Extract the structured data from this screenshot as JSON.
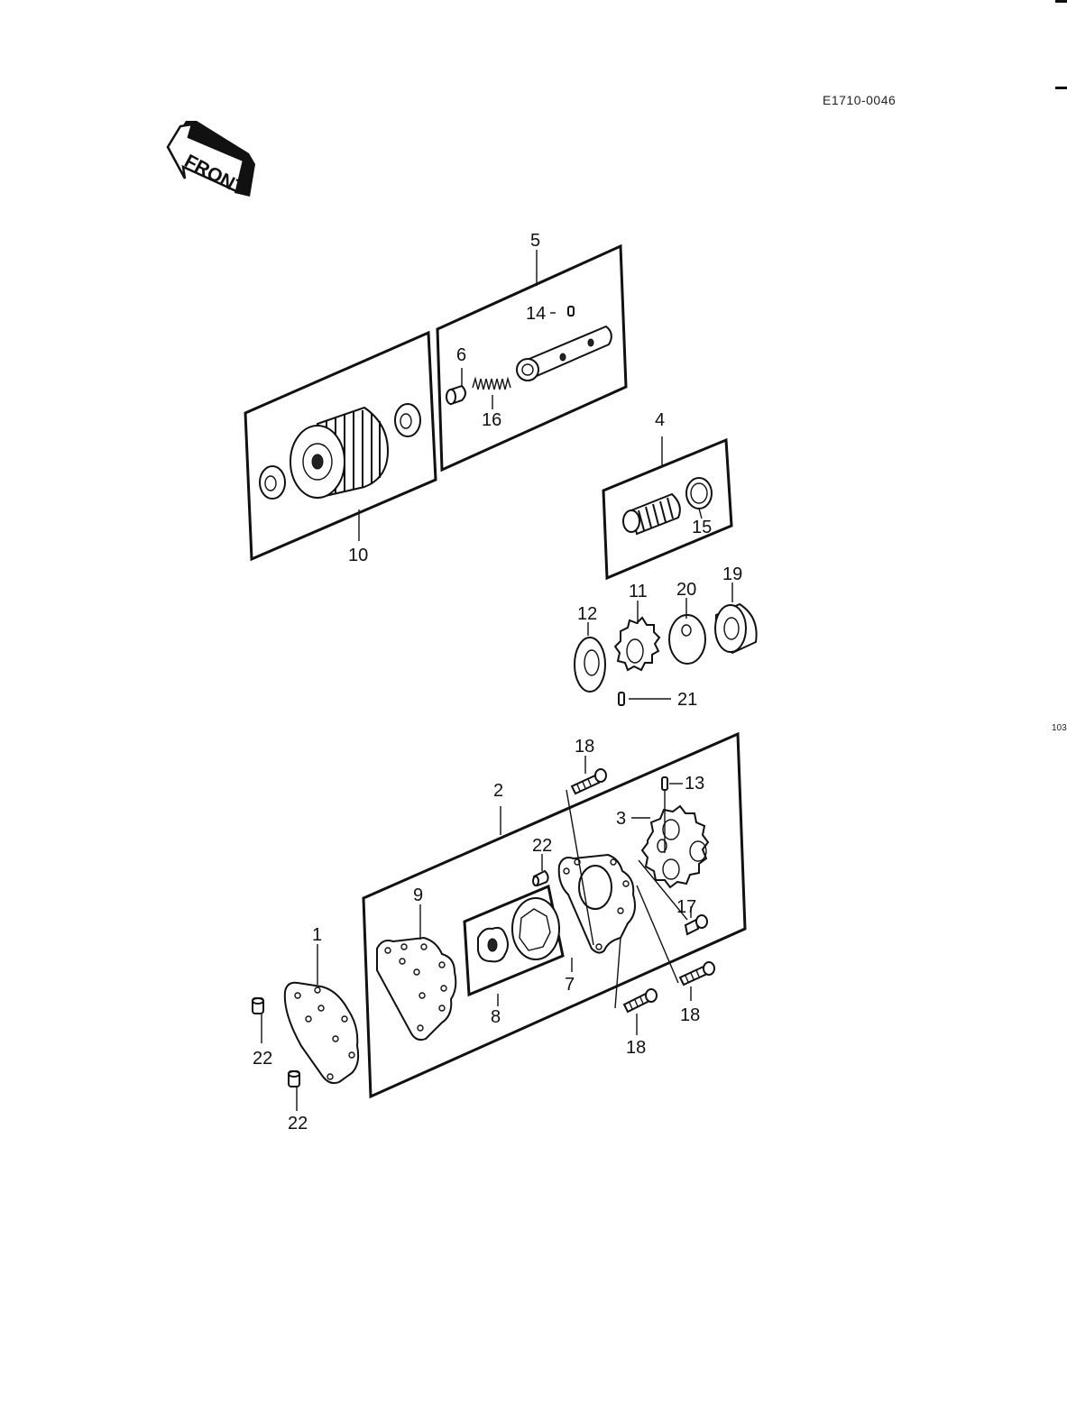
{
  "diagram_code": "E1710-0046",
  "page_number": "103",
  "front_label": "FRONT",
  "callouts": {
    "c1": "1",
    "c2": "2",
    "c3": "3",
    "c4": "4",
    "c5": "5",
    "c6": "6",
    "c7": "7",
    "c8": "8",
    "c9": "9",
    "c10": "10",
    "c11": "11",
    "c12": "12",
    "c13": "13",
    "c14": "14",
    "c15": "15",
    "c16": "16",
    "c17": "17",
    "c18": "18",
    "c19": "19",
    "c20": "20",
    "c21": "21",
    "c22": "22"
  }
}
